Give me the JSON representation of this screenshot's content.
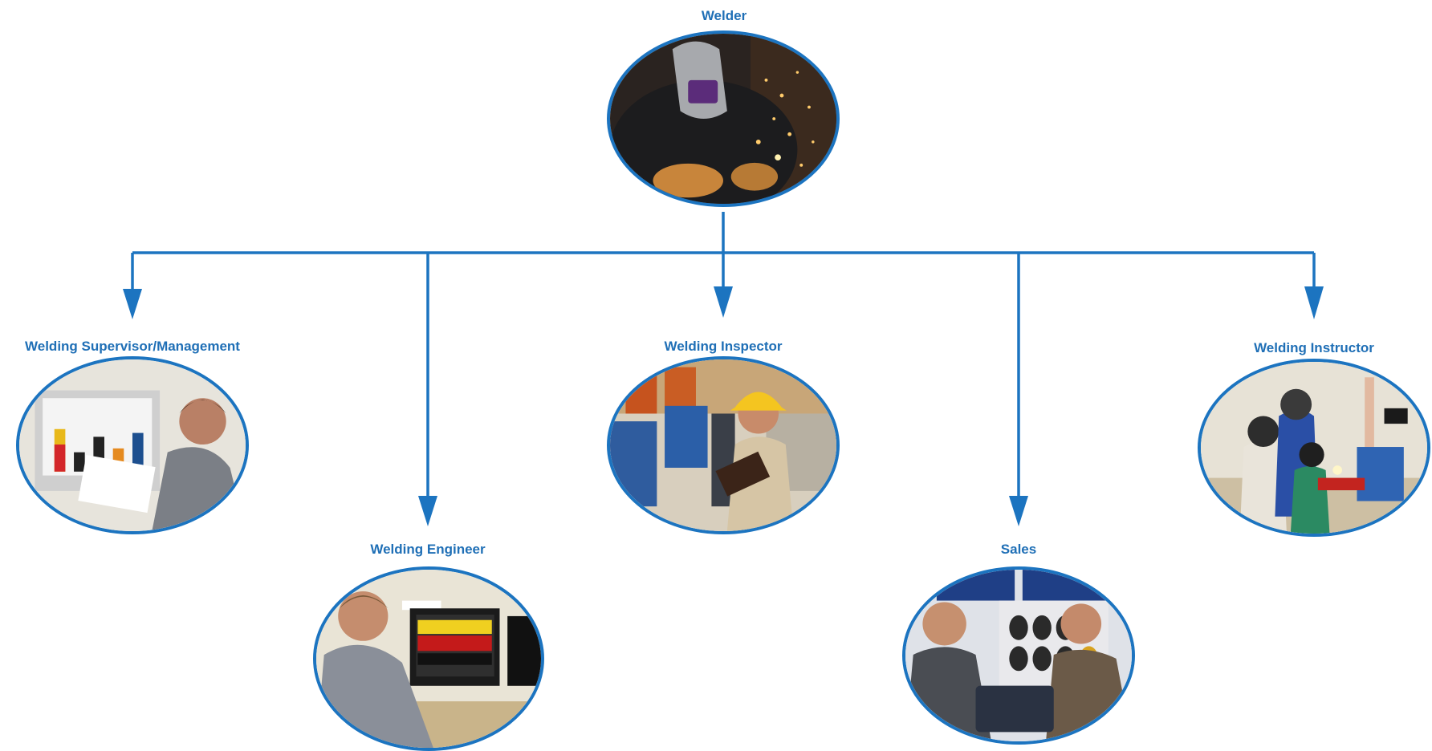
{
  "diagram": {
    "accent_color": "#1c74c0",
    "label_color": "#1f6fb6",
    "top": {
      "label": "Welder",
      "photo_icon": "welder-grinding-sparks-photo"
    },
    "roles": [
      {
        "label": "Welding Supervisor/Management",
        "photo_icon": "supervisor-bar-chart-monitor-photo"
      },
      {
        "label": "Welding Engineer",
        "photo_icon": "engineer-waveform-monitor-photo"
      },
      {
        "label": "Welding Inspector",
        "photo_icon": "inspector-hardhat-clipboard-photo"
      },
      {
        "label": "Sales",
        "photo_icon": "sales-helmet-display-photo"
      },
      {
        "label": "Welding Instructor",
        "photo_icon": "instructor-students-welding-photo"
      }
    ]
  }
}
